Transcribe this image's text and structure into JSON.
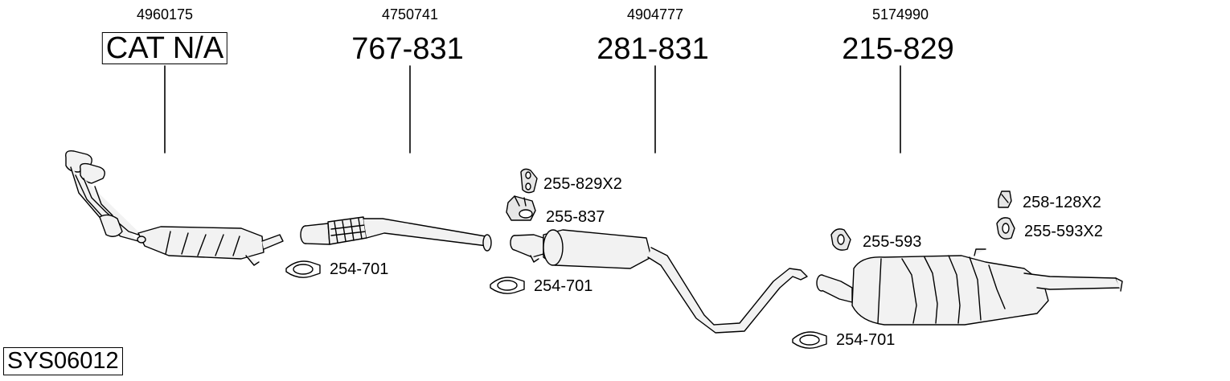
{
  "columns": [
    {
      "oem": "4960175",
      "part": "CAT N/A"
    },
    {
      "oem": "4750741",
      "part": "767-831"
    },
    {
      "oem": "4904777",
      "part": "281-831"
    },
    {
      "oem": "5174990",
      "part": "215-829"
    }
  ],
  "fittings": {
    "clamp_1": "254-701",
    "clamp_2": "254-701",
    "clamp_3": "254-701",
    "rubber_mount_1": "255-829X2",
    "bracket_1": "255-837",
    "rubber_ring_1": "255-593",
    "bracket_2": "258-128X2",
    "rubber_ring_2": "255-593X2"
  },
  "system_code": "SYS06012"
}
